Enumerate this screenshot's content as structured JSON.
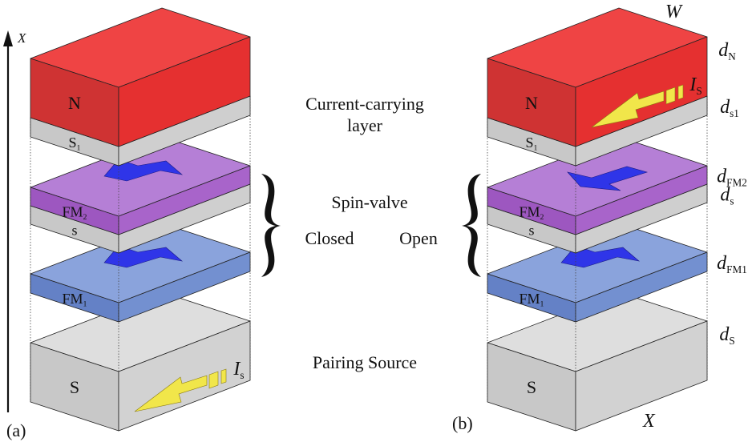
{
  "figure": {
    "panels": [
      {
        "id": "a",
        "panel_label": "(a)",
        "axis_label": "X",
        "layers": [
          {
            "id": "N",
            "label": "N",
            "sub": "",
            "kind": "box",
            "color_top": "#ef4444",
            "color_left": "#cf3333",
            "color_right": "#e53030"
          },
          {
            "id": "s1",
            "label": "S",
            "sub": "1",
            "kind": "slab",
            "color_top": "#d8d8d8",
            "color_left": "#c8c8c8",
            "color_right": "#cfcfcf"
          },
          {
            "id": "FM2",
            "label": "FM",
            "sub": "2",
            "kind": "slab",
            "color_top": "#b57fd6",
            "color_left": "#9d57c0",
            "color_right": "#a864ca",
            "magnetization": "right"
          },
          {
            "id": "s",
            "label": "s",
            "sub": "",
            "kind": "slab",
            "color_top": "#d8d8d8",
            "color_left": "#c8c8c8",
            "color_right": "#cfcfcf"
          },
          {
            "id": "FM1",
            "label": "FM",
            "sub": "1",
            "kind": "slab",
            "color_top": "#8aa3dc",
            "color_left": "#6481c6",
            "color_right": "#7390d0",
            "magnetization": "right"
          },
          {
            "id": "S",
            "label": "S",
            "sub": "",
            "kind": "box",
            "color_top": "#dedede",
            "color_left": "#c8c8c8",
            "color_right": "#d2d2d2",
            "current_label": "I",
            "current_sub": "s"
          }
        ]
      },
      {
        "id": "b",
        "panel_label": "(b)",
        "width_label": "W",
        "length_label": "X",
        "layers": [
          {
            "id": "N",
            "label": "N",
            "sub": "",
            "thickness_label": "d",
            "thickness_sub": "N",
            "current_label": "I",
            "current_sub": "S"
          },
          {
            "id": "s1",
            "label": "S",
            "sub": "1",
            "thickness_label": "d",
            "thickness_sub": "s1"
          },
          {
            "id": "FM2",
            "label": "FM",
            "sub": "2",
            "thickness_label": "d",
            "thickness_sub": "FM2",
            "magnetization": "left"
          },
          {
            "id": "s",
            "label": "s",
            "sub": "",
            "thickness_label": "d",
            "thickness_sub": "s"
          },
          {
            "id": "FM1",
            "label": "FM",
            "sub": "1",
            "thickness_label": "d",
            "thickness_sub": "FM1",
            "magnetization": "right"
          },
          {
            "id": "S",
            "label": "S",
            "sub": "",
            "thickness_label": "d",
            "thickness_sub": "S"
          }
        ]
      }
    ],
    "center_labels": {
      "current_layer_line1": "Current-carrying",
      "current_layer_line2": "layer",
      "spin_valve": "Spin-valve",
      "closed": "Closed",
      "open": "Open",
      "pairing_source": "Pairing Source"
    },
    "colors": {
      "magnetization_arrow": "#2f35e8",
      "current_arrow": "#f1e64a"
    }
  }
}
